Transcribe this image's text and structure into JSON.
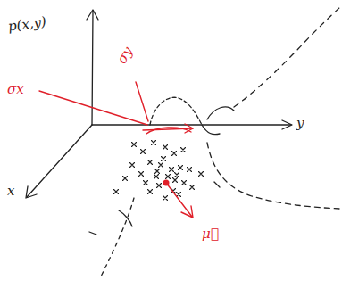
{
  "diagram": {
    "labels": [
      "p(x,y)",
      "σy",
      "σx",
      "y",
      "x",
      "μ⃗"
    ]
  }
}
